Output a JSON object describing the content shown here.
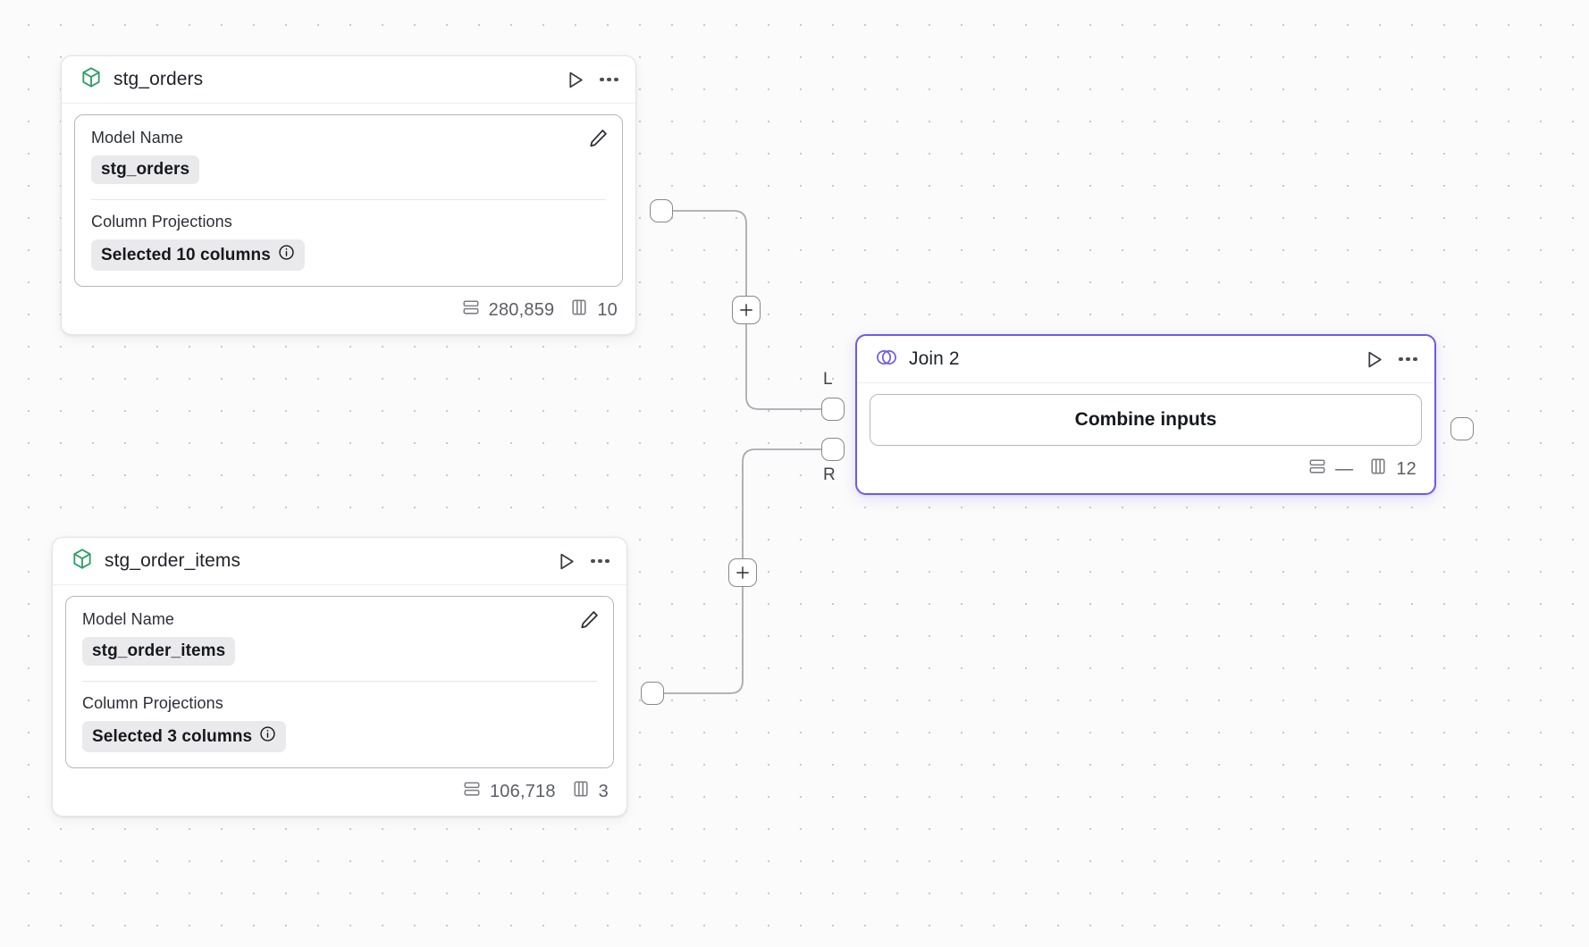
{
  "canvas": {
    "background_color": "#fbfbfb",
    "grid_dot_color": "#c8c8cc",
    "accent_color": "#6c5ce7",
    "model_icon_color": "#2f9e68"
  },
  "nodes": [
    {
      "id": "stg_orders",
      "title": "stg_orders",
      "icon": "cube-icon",
      "fields": {
        "model_name_label": "Model Name",
        "model_name_value": "stg_orders",
        "column_projections_label": "Column Projections",
        "column_projections_value": "Selected 10 columns"
      },
      "footer": {
        "rows_label": "280,859",
        "columns_label": "10"
      }
    },
    {
      "id": "stg_order_items",
      "title": "stg_order_items",
      "icon": "cube-icon",
      "fields": {
        "model_name_label": "Model Name",
        "model_name_value": "stg_order_items",
        "column_projections_label": "Column Projections",
        "column_projections_value": "Selected 3 columns"
      },
      "footer": {
        "rows_label": "106,718",
        "columns_label": "3"
      }
    },
    {
      "id": "join_2",
      "title": "Join 2",
      "icon": "join-venn-icon",
      "selected": true,
      "action_label": "Combine inputs",
      "input_handles": [
        {
          "key": "L",
          "label": "L"
        },
        {
          "key": "R",
          "label": "R"
        }
      ],
      "footer": {
        "rows_label": "—",
        "columns_label": "12"
      }
    }
  ],
  "edge_buttons": [
    {
      "name": "add-node-on-edge-top",
      "label": "+"
    },
    {
      "name": "add-node-on-edge-bottom",
      "label": "+"
    }
  ]
}
